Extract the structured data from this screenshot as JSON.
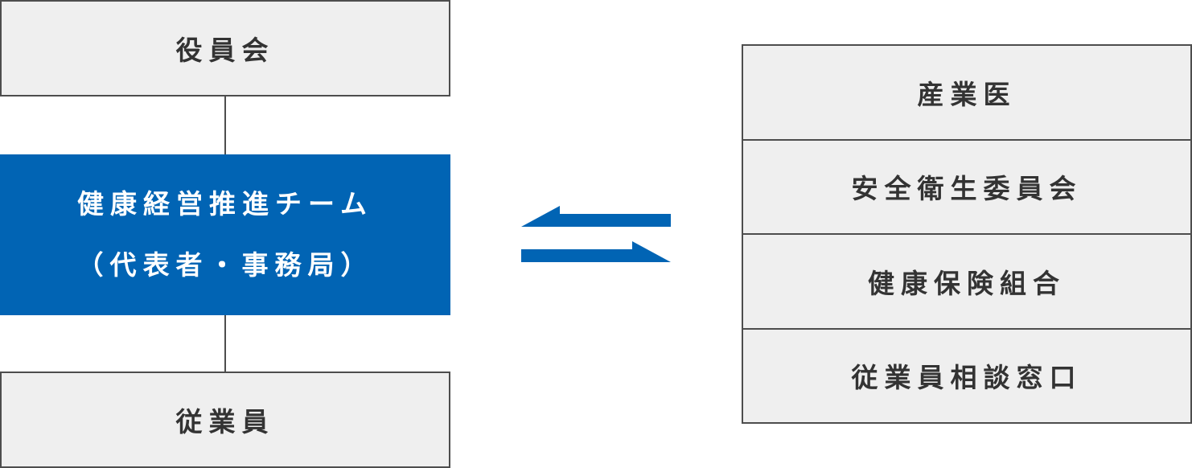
{
  "left": {
    "board": "役員会",
    "team_line1": "健康経営推進チーム",
    "team_line2": "（代表者・事務局）",
    "employees": "従業員"
  },
  "right": {
    "items": [
      "産業医",
      "安全衛生委員会",
      "健康保険組合",
      "従業員相談窓口"
    ]
  },
  "colors": {
    "accent": "#0164b4",
    "box_fill": "#efefef",
    "border": "#4d4d4d",
    "text": "#333333"
  }
}
